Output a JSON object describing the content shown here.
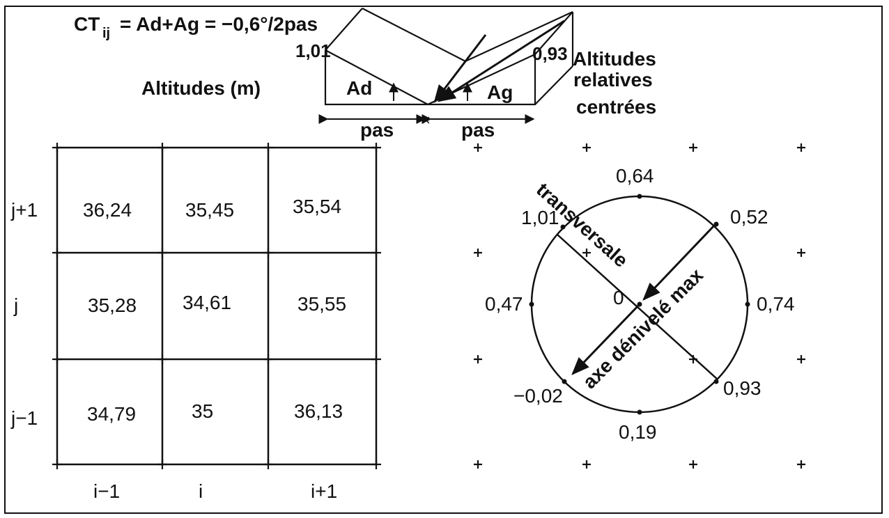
{
  "formula": "CT",
  "formula_sub": "ij",
  "formula_rest": "= Ad+Ag = −0,6°/2pas",
  "profile": {
    "left_value": "1,01",
    "right_value": "0,93",
    "left_angle": "Ad",
    "right_angle": "Ag",
    "altitudes_label": "Altitudes (m)",
    "relative_label_1": "Altitudes",
    "relative_label_2": "relatives",
    "relative_label_3": "centrées",
    "step_left": "pas",
    "step_right": "pas"
  },
  "grid": {
    "rows": [
      {
        "label": "j+1",
        "values": [
          "36,24",
          "35,45",
          "35,54"
        ]
      },
      {
        "label": "j",
        "values": [
          "35,28",
          "34,61",
          "35,55"
        ]
      },
      {
        "label": "j−1",
        "values": [
          "34,79",
          "35",
          "36,13"
        ]
      }
    ],
    "cols": [
      "i−1",
      "i",
      "i+1"
    ]
  },
  "circle": {
    "center_label": "0",
    "top": "0,64",
    "top_right": "0,52",
    "right": "0,74",
    "bottom_right": "0,93",
    "bottom": "0,19",
    "bottom_left": "−0,02",
    "left": "0,47",
    "top_left": "1,01",
    "transversal_label": "transversale",
    "axis_label": "axe dénivelé max"
  }
}
